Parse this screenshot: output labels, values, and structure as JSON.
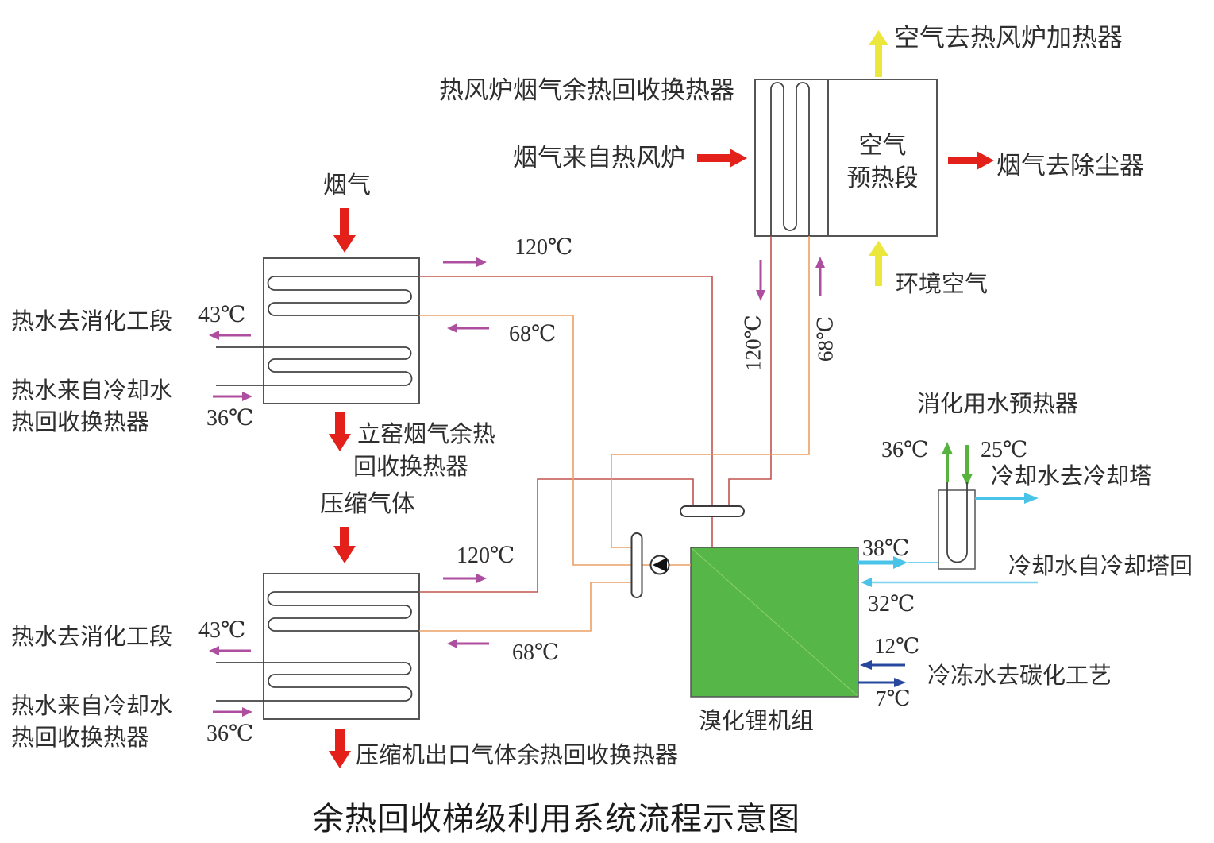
{
  "title": "余热回收梯级利用系统流程示意图",
  "colors": {
    "pipe_hot_120": "#c0534f",
    "pipe_return_68": "#eca064",
    "red_arrow": "#e3211a",
    "yellow_arrow": "#ece73c",
    "purple_arrow": "#ad4e9e",
    "green_arrow": "#56b33e",
    "cyan_arrow": "#49c3e8",
    "blue_arrow": "#27489e",
    "libr_green": "#56b648",
    "box_stroke": "#555555"
  },
  "hot_blast": {
    "exchanger_label": "热风炉烟气余热回收换热器",
    "air_out": "空气去热风炉加热器",
    "flue_in": "烟气来自热风炉",
    "flue_out": "烟气去除尘器",
    "ambient_air": "环境空气",
    "compartment_line1": "空气",
    "compartment_line2": "预热段",
    "temp_down": "120℃",
    "temp_up": "68℃"
  },
  "kiln_exchanger": {
    "flue_gas": "烟气",
    "name_line1": "立窑烟气余热",
    "name_line2": "回收换热器",
    "out_temp": "120℃",
    "in_temp": "68℃",
    "hot_water_out": "热水去消化工段",
    "hot_water_out_temp": "43℃",
    "hot_water_in_line1": "热水来自冷却水",
    "hot_water_in_line2": "热回收换热器",
    "hot_water_in_temp": "36℃"
  },
  "compressor_exchanger": {
    "gas": "压缩气体",
    "name": "压缩机出口气体余热回收换热器",
    "out_temp": "120℃",
    "in_temp": "68℃",
    "hot_water_out": "热水去消化工段",
    "hot_water_out_temp": "43℃",
    "hot_water_in_line1": "热水来自冷却水",
    "hot_water_in_line2": "热回收换热器",
    "hot_water_in_temp": "36℃"
  },
  "libr_unit": {
    "name": "溴化锂机组",
    "cooling_out_temp": "38℃",
    "cooling_return_temp": "32℃",
    "cooling_to_tower": "冷却水去冷却塔",
    "cooling_from_tower": "冷却水自冷却塔回",
    "chilled_return_temp": "12℃",
    "chilled_supply_temp": "7℃",
    "chilled_label": "冷冻水去碳化工艺"
  },
  "digestion_preheater": {
    "name": "消化用水预热器",
    "out_temp": "36℃",
    "in_temp": "25℃"
  }
}
